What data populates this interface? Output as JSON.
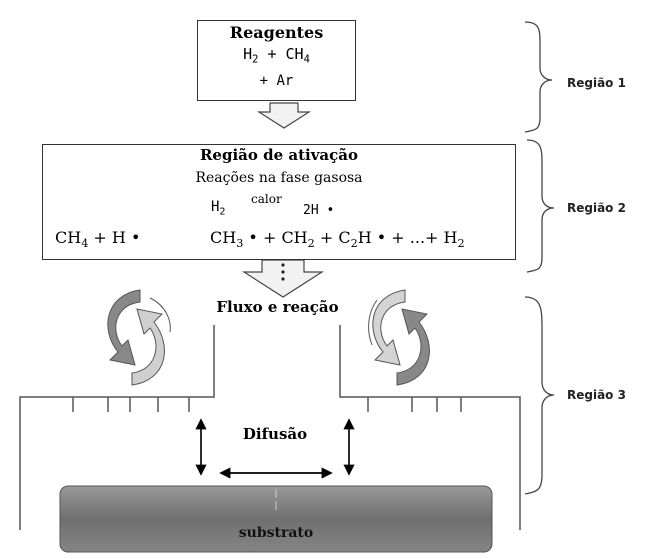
{
  "reagents": {
    "title": "Reagentes",
    "line1": {
      "h": "H",
      "h_sub": "2",
      "plus": "+",
      "ch": "CH",
      "ch_sub": "4"
    },
    "line2": "+ Ar"
  },
  "activation": {
    "title": "Região de ativação",
    "subtitle": "Reações na fase gasosa",
    "reaction1": {
      "h": "H",
      "h_sub": "2",
      "over": "calor",
      "product": "2H •"
    },
    "reaction2": {
      "ch": "CH",
      "ch_sub": "4",
      "plus_h": "+ H •",
      "ch3": "CH",
      "ch3_sub": "3",
      "ch3_tail": "• + CH",
      "ch2_sub": "2",
      "c2h_lead": "+ C",
      "c2h_sub": "2",
      "c2h_tail": "H • + ...+ H",
      "h2_sub": "2"
    }
  },
  "flow": {
    "label": "Fluxo e reação"
  },
  "diffusion": {
    "label": "Difusão"
  },
  "substrate": {
    "label": "substrato"
  },
  "regions": {
    "r1": "Região 1",
    "r2": "Região 2",
    "r3": "Região 3"
  },
  "colors": {
    "box_border": "#333333",
    "arrow_fill": "#f2f2f2",
    "substrate": "#7a7a7a",
    "swirl_dark": "#777777",
    "swirl_light": "#dddddd"
  }
}
